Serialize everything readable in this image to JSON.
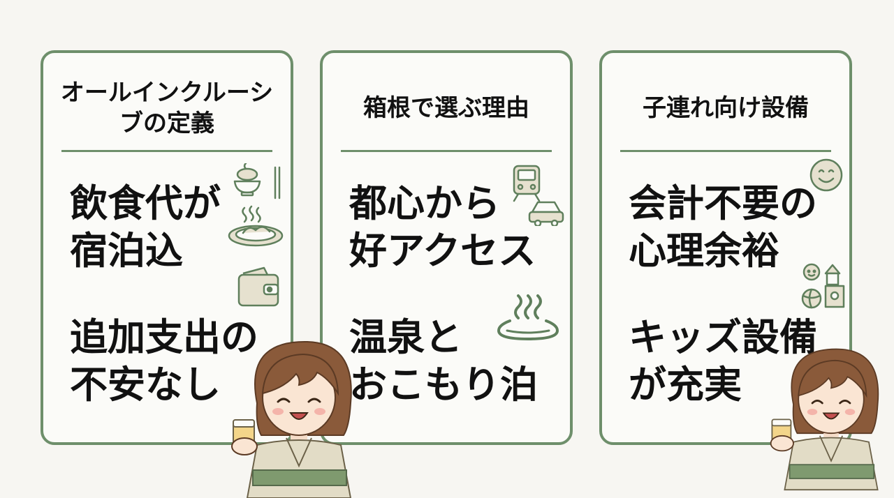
{
  "cards": [
    {
      "title": "オールインクルーシブの定義",
      "points": [
        "飲食代が\n宿泊込",
        "追加支出の\n不安なし"
      ],
      "icons": [
        "meal-icon",
        "wallet-icon"
      ]
    },
    {
      "title": "箱根で選ぶ理由",
      "points": [
        "都心から\n好アクセス",
        "温泉と\nおこもり泊"
      ],
      "icons": [
        "train-car-icon",
        "hot-spring-icon"
      ]
    },
    {
      "title": "子連れ向け設備",
      "points": [
        "会計不要の\n心理余裕",
        "キッズ設備\nが充実"
      ],
      "icons": [
        "smiley-icon",
        "kids-toys-icon"
      ]
    }
  ],
  "character": "yukata-woman-with-beer-illustration",
  "colors": {
    "frame_green": "#6e8f6b",
    "icon_green": "#5f7f5c",
    "icon_fill": "#e6e1cf",
    "background": "#f7f6f2",
    "text": "#111111"
  }
}
